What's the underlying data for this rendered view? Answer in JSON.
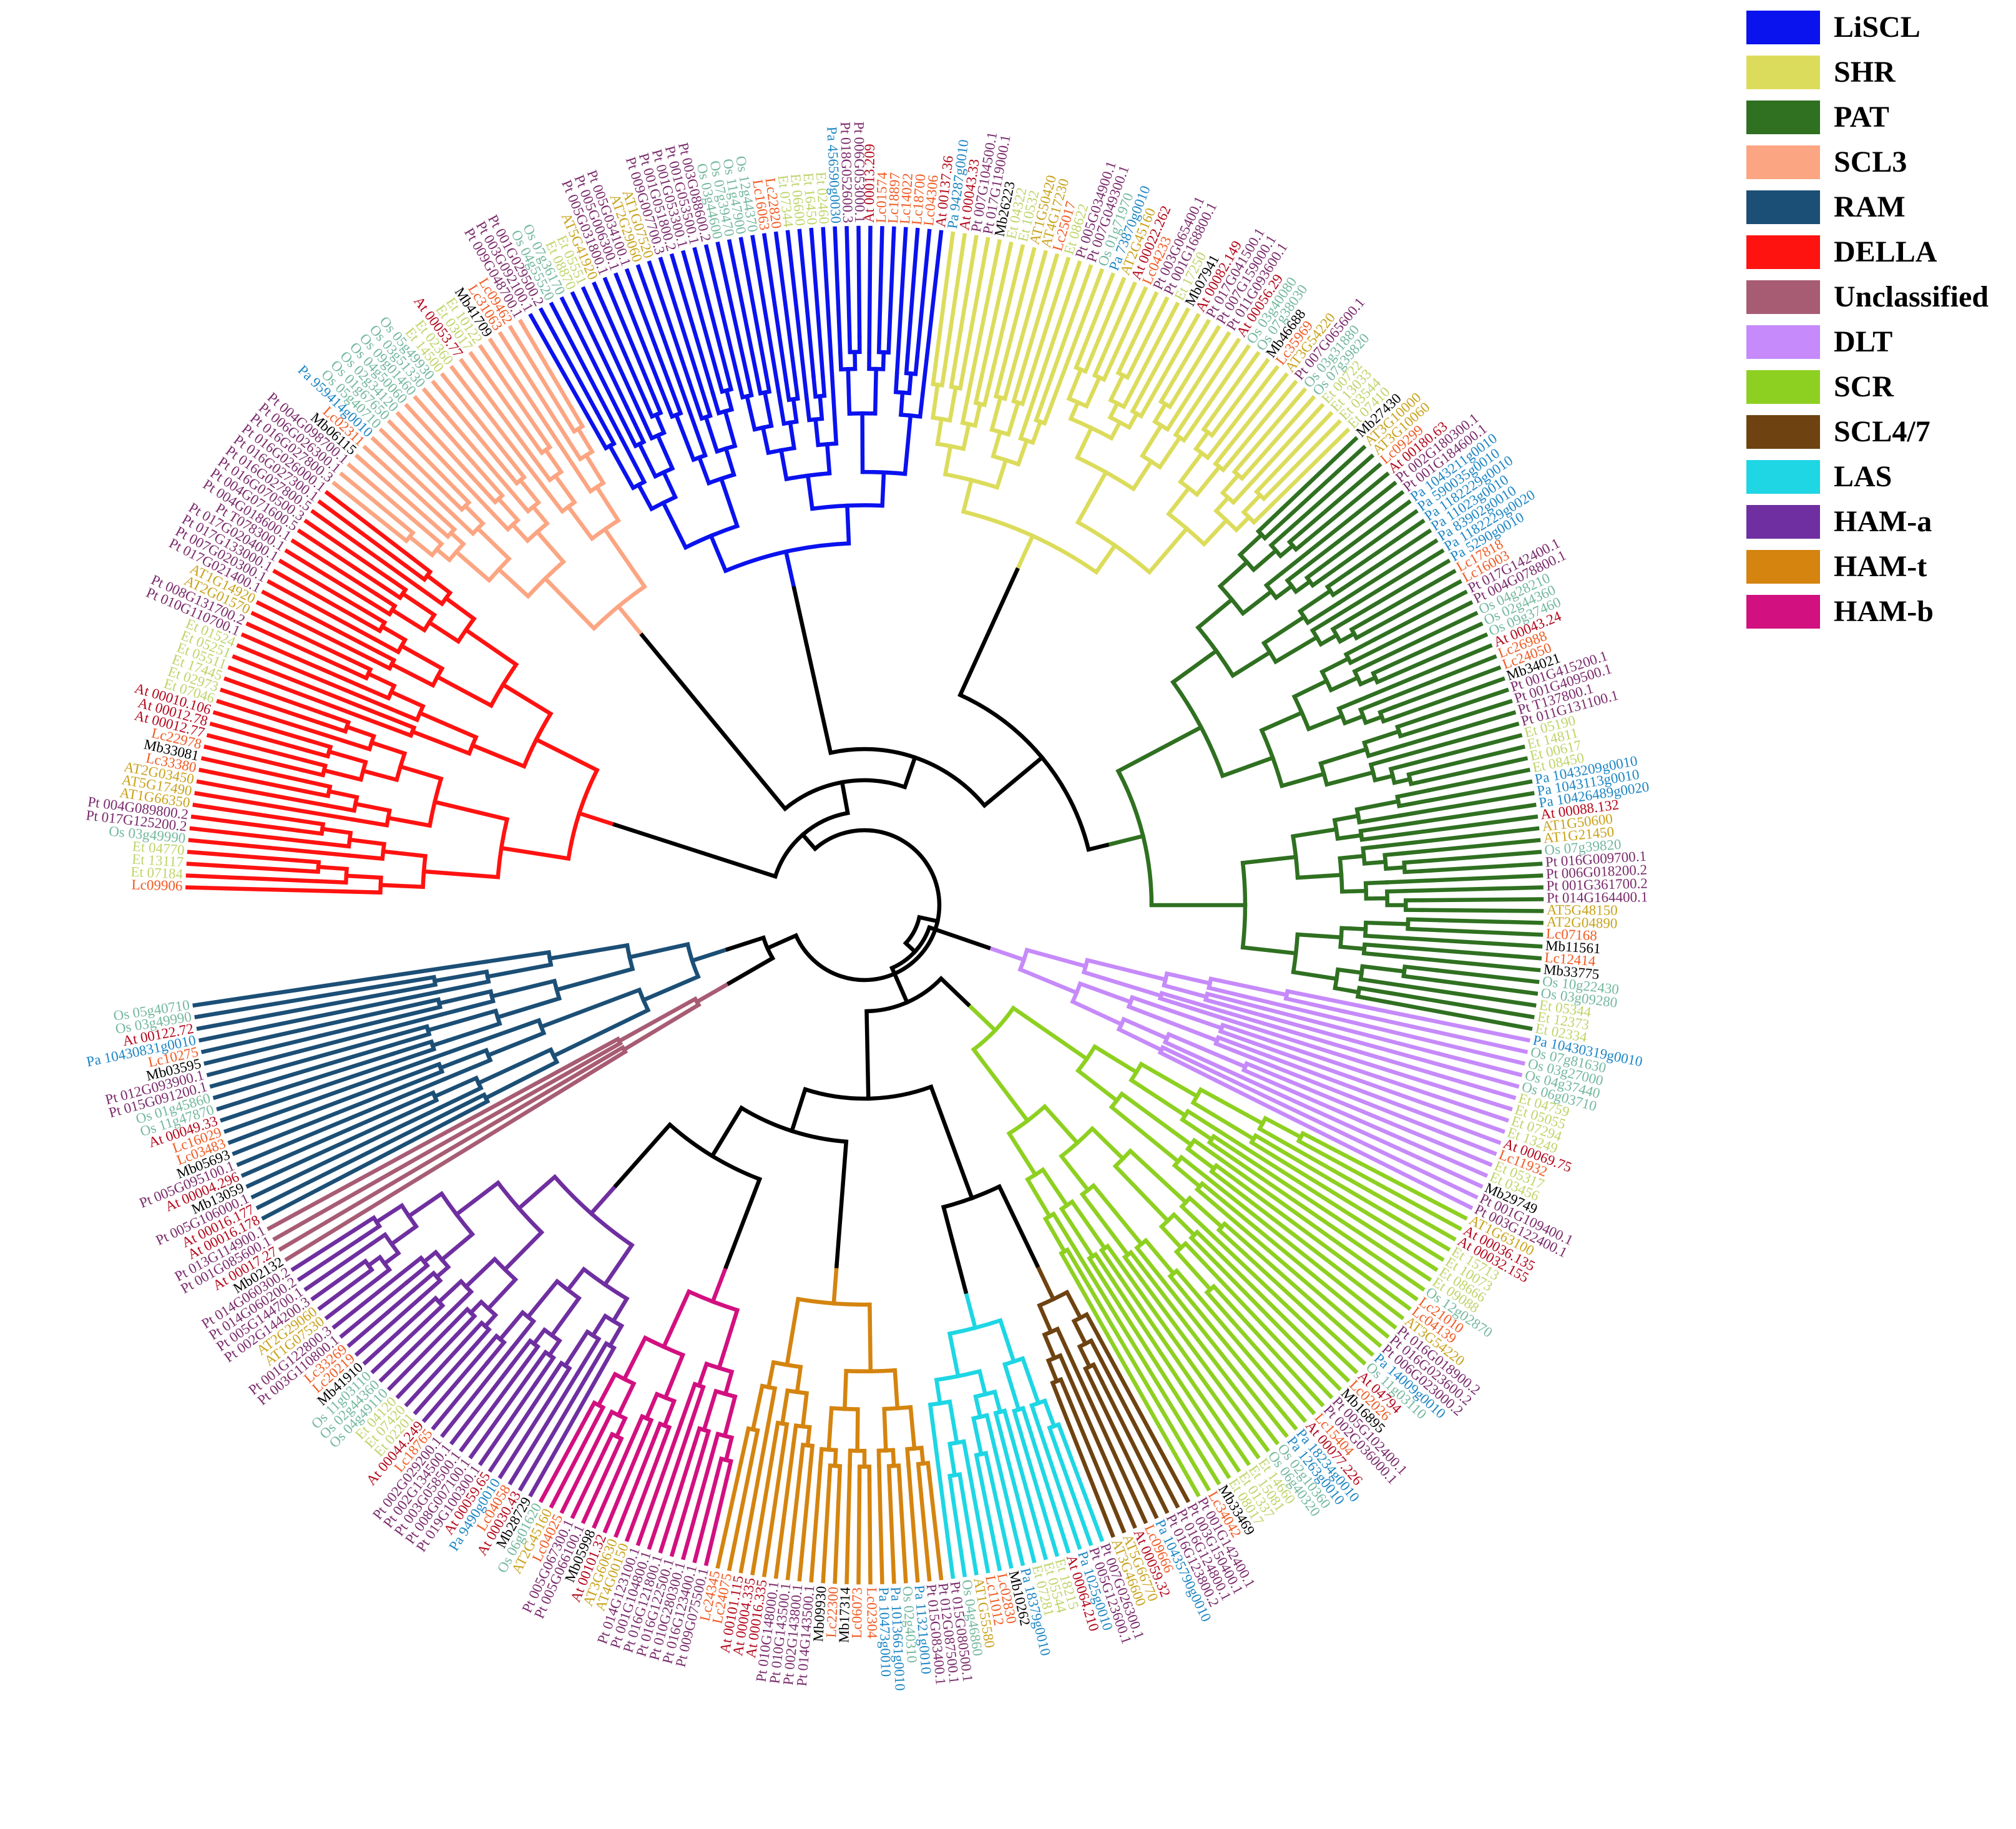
{
  "legend": [
    {
      "label": "LiSCL",
      "color": "#0a12ee"
    },
    {
      "label": "SHR",
      "color": "#dcdc5c"
    },
    {
      "label": "PAT",
      "color": "#2f7021"
    },
    {
      "label": "SCL3",
      "color": "#fca582"
    },
    {
      "label": "RAM",
      "color": "#1c4f76"
    },
    {
      "label": "DELLA",
      "color": "#fe1311"
    },
    {
      "label": "Unclassified",
      "color": "#a85c74"
    },
    {
      "label": "DLT",
      "color": "#c68afa"
    },
    {
      "label": "SCR",
      "color": "#8ed021"
    },
    {
      "label": "SCL4/7",
      "color": "#6e4311"
    },
    {
      "label": "LAS",
      "color": "#1ed6e4"
    },
    {
      "label": "HAM-a",
      "color": "#6f2fa0"
    },
    {
      "label": "HAM-t",
      "color": "#d4840f"
    },
    {
      "label": "HAM-b",
      "color": "#d21080"
    }
  ],
  "species_colors": {
    "At": "#b3071c",
    "Pt": "#7a2b6c",
    "Pa": "#1c86c4",
    "Os": "#74b89e",
    "AT": "#c9a21b",
    "Lc": "#f05a22",
    "Mb": "#000000",
    "Et": "#bfd46a"
  },
  "clades": [
    {
      "key": "DELLA",
      "leaves": [
        "Lc09906",
        "Et 07184",
        "Et 13117",
        "Et 04770",
        "Os 03g49990",
        "Pt 017G125200.2",
        "Pt 004G089800.2",
        "AT1G66350",
        "AT5G17490",
        "AT2G03450",
        "Lc33380",
        "Mb33081",
        "Lc22978",
        "At 00012.77",
        "At 00012.78",
        "At 00010.106",
        "Et 07046",
        "Et 02973",
        "Et 17445",
        "Et 05511",
        "Et 05251",
        "Et 01524",
        "Pt 010G110700.1",
        "Pt 008G131700.2",
        "AT2G01570",
        "AT1G14920",
        "Pt 017G021400.1",
        "Pt 007G020300.1",
        "Pt 017G133000.1",
        "Pt 017G020400.1",
        "Pt T078300.1",
        "Pt 004G018600.1",
        "Pt 004G071600.5",
        "Pt 016G070500.3",
        "Pt 016G027800.5",
        "Pt 016G027300.1",
        "Pt 016G026000.1"
      ]
    },
    {
      "key": "SCL3",
      "leaves": [
        "Pt 016G027800.3",
        "Pt 006G026300.1",
        "Pt 004G098700.1",
        "Mb06115",
        "Lc02311",
        "Pa 959414g0010",
        "Os 05g40710",
        "Os 01g67650",
        "Os 02g34120",
        "Os 04g50060",
        "Os 09g01460",
        "Os 03g51330",
        "Os 05g49930",
        "Et 14500",
        "Et 02360",
        "At 00053.77",
        "Et 03017",
        "Et 10122",
        "Mb41709",
        "Lc31063",
        "Lc09462",
        "Pt 009G048700.1"
      ]
    },
    {
      "key": "LiSCL",
      "leaves": [
        "Pt 003G092100.1",
        "Pt 001G029500.2",
        "Os 04g55520",
        "Os 07g36170",
        "Et 08870",
        "Et 05551",
        "AT5G41920",
        "Pt 005G031800.1",
        "Pt 005G006300.1",
        "Pt 005G034100.1",
        "AT2G29060",
        "AT1G07520",
        "Pt 009G007700.3",
        "Pt 001G051800.2",
        "Pt 001G053300.1",
        "Pt 001G053500.1",
        "Pt 003G088600.2",
        "Os 03g44600",
        "Os 07g39470",
        "Os 11g47900",
        "Os 12g44370",
        "Lc16063",
        "Lc22820",
        "Et 07344",
        "Et 06600",
        "Et 16450",
        "Et 02460",
        "Pa 456590g0030",
        "Pt 018G052600.3",
        "Pt 006G053000.1",
        "At 00013.209",
        "Lc01574",
        "Lc18897",
        "Lc14022",
        "Lc18700",
        "Lc04306",
        "At 00137.36"
      ]
    },
    {
      "key": "SHR",
      "leaves": [
        "Pa 94287g0010",
        "At 00043.33",
        "Pt 007G104500.1",
        "Pt 017G119000.1",
        "Mb26223",
        "Et 04322",
        "Et 10532",
        "AT1G50420",
        "AT4G17230",
        "Lc25017",
        "Et 08622",
        "Pt 005G034900.1",
        "Pt 007G049300.1",
        "Os 01g71970",
        "Pa 73870g0010",
        "AT2G45160",
        "At 00022.262",
        "Lc04233",
        "Pt 003G065400.1",
        "Pt 001G168800.1",
        "Et 17250",
        "Mb07941",
        "At 00082.149",
        "Pt 017G041500.1",
        "Pt 007G159000.1",
        "Pt 011G093600.1",
        "At 00056.29",
        "Os 03g40080",
        "Os 07g38030",
        "Mb46688",
        "Lc35969",
        "AT3G54220",
        "Pt 007G065600.1",
        "Os 03g31880",
        "Os 07g39820",
        "Et 00722",
        "Et 13033",
        "Et 03544",
        "Et 07410"
      ]
    },
    {
      "key": "PAT",
      "leaves": [
        "Mb27430",
        "AT3G10000",
        "AT3G10060",
        "Lc09299",
        "At 00180.63",
        "Pt 002G180300.1",
        "Pt 001G184600.1",
        "Pa 1043211g0010",
        "Pa 590035g0010",
        "Pa 1182229g0010",
        "Pa 11023g0010",
        "Pa 83902g0010",
        "Pa 1182229g0020",
        "Pa 5290g0010",
        "Lc17818",
        "Lc16003",
        "Pt 017G142400.1",
        "Pt 004G078800.1",
        "Os 04g28210",
        "Os 02g44360",
        "Os 09g37460",
        "At 00043.24",
        "Lc26988",
        "Lc24050",
        "Mb34021",
        "Pt 001G415200.1",
        "Pt 001G409500.1",
        "Pt T137800.1",
        "Pt 011G131100.1",
        "Et 05190",
        "Et 14811",
        "Et 00617",
        "Et 08450",
        "Pa 1043209g0010",
        "Pa 1043113g0010",
        "Pa 10426489g0020",
        "At 00088.132",
        "AT1G50600",
        "AT1G21450",
        "Os 07g39820",
        "Pt 016G009700.1",
        "Pt 006G018200.2",
        "Pt 001G361700.2",
        "Pt 014G164400.1",
        "AT5G48150",
        "AT2G04890",
        "Lc07168",
        "Mb11561",
        "Lc12414",
        "Mb33775",
        "Os 10g22430",
        "Os 03g09280",
        "Et 05344",
        "Et 12373",
        "Et 02334"
      ]
    },
    {
      "key": "DLT",
      "leaves": [
        "Pa 10430319g0010",
        "Os 07g81630",
        "Os 03g27000",
        "Os 04g37440",
        "Os 06g03710",
        "Et 04759",
        "Et 05055",
        "Et 07294",
        "Et 13249",
        "At 00069.75",
        "Lc11932",
        "Et 05317",
        "Et 03456",
        "Mb29749",
        "Pt 001G109400.1",
        "Pt 003G122400.1"
      ]
    },
    {
      "key": "SCR",
      "leaves": [
        "AT1G63100",
        "At 00036.135",
        "At 00032.155",
        "Et 15713",
        "Et 10073",
        "Et 08666",
        "Et 09088",
        "Os 12g02870",
        "Lc21010",
        "Lc04139",
        "AT3G54220",
        "Pt 016G018900.2",
        "Pt 016G023600.2",
        "Pt 006G023000.2",
        "Pa 14009g0010",
        "Os 11g03110",
        "At 04794",
        "Lc02026",
        "Mb16895",
        "Pt 005G102400.1",
        "Pt 002G036000.1",
        "Lc15404",
        "At 00077.226",
        "Pa 18234g0010",
        "Pa 1263g0010",
        "Os 02g10360",
        "Os 06g40320",
        "Et 14660",
        "Et 15081",
        "Et 01337",
        "Et 08017",
        "Mb33469",
        "Lc34042",
        "Pt 001G142400.1"
      ]
    },
    {
      "key": "SCL4/7",
      "leaves": [
        "Pt 003G150400.1",
        "Pt 016G124800.1",
        "Pt 016G123800.2",
        "Pa 10435790g0010",
        "Lc09666",
        "At 00059.32",
        "AT5G66770",
        "AT3G46600"
      ]
    },
    {
      "key": "LAS",
      "leaves": [
        "Pt 007G026300.1",
        "Pt 005G123600.1",
        "Pa 1025g0010",
        "At 00064.210",
        "Et 18215",
        "Et 05544",
        "Et 07281",
        "Pa 18379g0010",
        "Mb10262",
        "Lc02830",
        "Lc11012",
        "AT1G55580",
        "Os 04g46860",
        "Pt 015G080500.1"
      ]
    },
    {
      "key": "HAM-t",
      "leaves": [
        "Pt 012G087500.1",
        "Pt 015G083400.1",
        "Pa 11321g0010",
        "Os 02g40310",
        "Pa 1013661g0010",
        "Pa 10473g0010",
        "Lc02304",
        "Lc06073",
        "Mb17314",
        "Lc22300",
        "Mb09930",
        "Pt 014G143500.1",
        "Pt 002G143800.1",
        "Pt 010G143500.1",
        "Pt 010G148000.1",
        "At 00016.335",
        "At 00004.335",
        "At 00101.115",
        "Lc24075",
        "Lc24345"
      ]
    },
    {
      "key": "HAM-b",
      "leaves": [
        "Pt 009G075500.1",
        "Pt 016G123400.1",
        "Pt 010G280300.1",
        "Pt 016G122500.1",
        "Pt 016G121800.1",
        "Pt 001G104800.1",
        "Pt 014G123100.1",
        "AT4G00150",
        "AT3G60630",
        "At 00101.32",
        "Mb05998",
        "Pt 005G066100.1",
        "Pt 005G067300.1",
        "Lc04025",
        "AT2G45160",
        "Os 06g01620"
      ]
    },
    {
      "key": "HAM-a",
      "leaves": [
        "Mb28729",
        "At 00030.43",
        "Lc04058",
        "Pa 9490g0010",
        "At 00059.65",
        "Pt 019G100300.1",
        "Pt 008G007100.1",
        "Pt 003G058500.1",
        "Pt 002G134500.1",
        "Pt 002G029200.1",
        "Lc18765",
        "At 00044.249",
        "Et 02201",
        "Et 07420",
        "Et 04120",
        "Os 04g49110",
        "Os 02g44360",
        "Os 11g03110",
        "Mb41910",
        "Lc20219",
        "Lc33269",
        "Pt 003G110800.1",
        "Pt 001G122800.3",
        "AT1G07530",
        "AT2G29060",
        "Pt 002G144200.3",
        "Pt 005G144700.1",
        "Pt 014G060200.2",
        "Pt 014G060300.2"
      ]
    },
    {
      "key": "Unclassified",
      "leaves": [
        "Mb02132",
        "At 00017.27",
        "Pt 001G085600.1",
        "Pt 013G114900.1"
      ]
    },
    {
      "key": "RAM",
      "leaves": [
        "At 00016.178",
        "At 00016.177",
        "Pt 005G106000.1",
        "Mb13059",
        "At 00004.296",
        "Pt 005G095100.1",
        "Mb05693",
        "Lc03483",
        "Lc16029",
        "At 00049.33",
        "Os 11g47870",
        "Os 01g45860",
        "Pt 015G091200.1",
        "Pt 012G093900.1",
        "Mb03595",
        "Lc10275",
        "Pa 10430831g0010",
        "At 00122.72",
        "Os 03g49990",
        "Os 05g40710"
      ]
    }
  ]
}
